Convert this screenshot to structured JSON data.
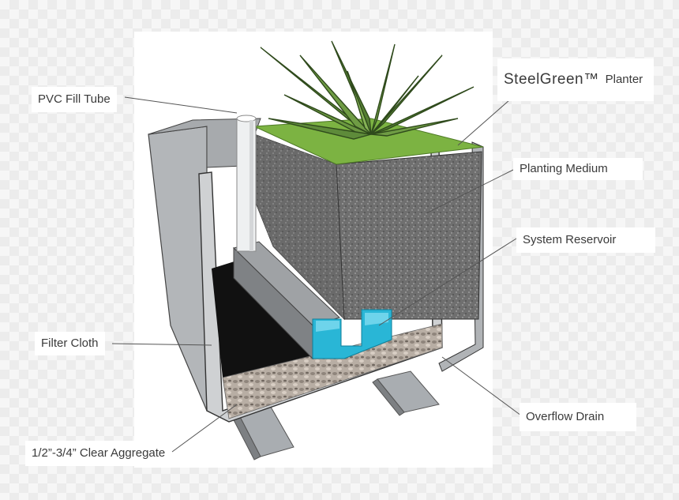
{
  "labels": {
    "pvc_fill_tube": "PVC Fill Tube",
    "brand_name": "SteelGreen",
    "brand_tm": "™",
    "brand_suffix": "Planter",
    "planting_medium": "Planting Medium",
    "system_reservoir": "System Reservoir",
    "filter_cloth": "Filter Cloth",
    "overflow_drain": "Overflow Drain",
    "clear_aggregate": "1/2”-3/4” Clear Aggregate"
  },
  "colors": {
    "steel": "#b9bcbf",
    "steel_dark": "#8e9194",
    "soil": "#6e6e6e",
    "grass": "#7cb342",
    "water": "#29b6d6",
    "plant": "#5e8b3a",
    "aggregate": "#c9bfb5"
  }
}
